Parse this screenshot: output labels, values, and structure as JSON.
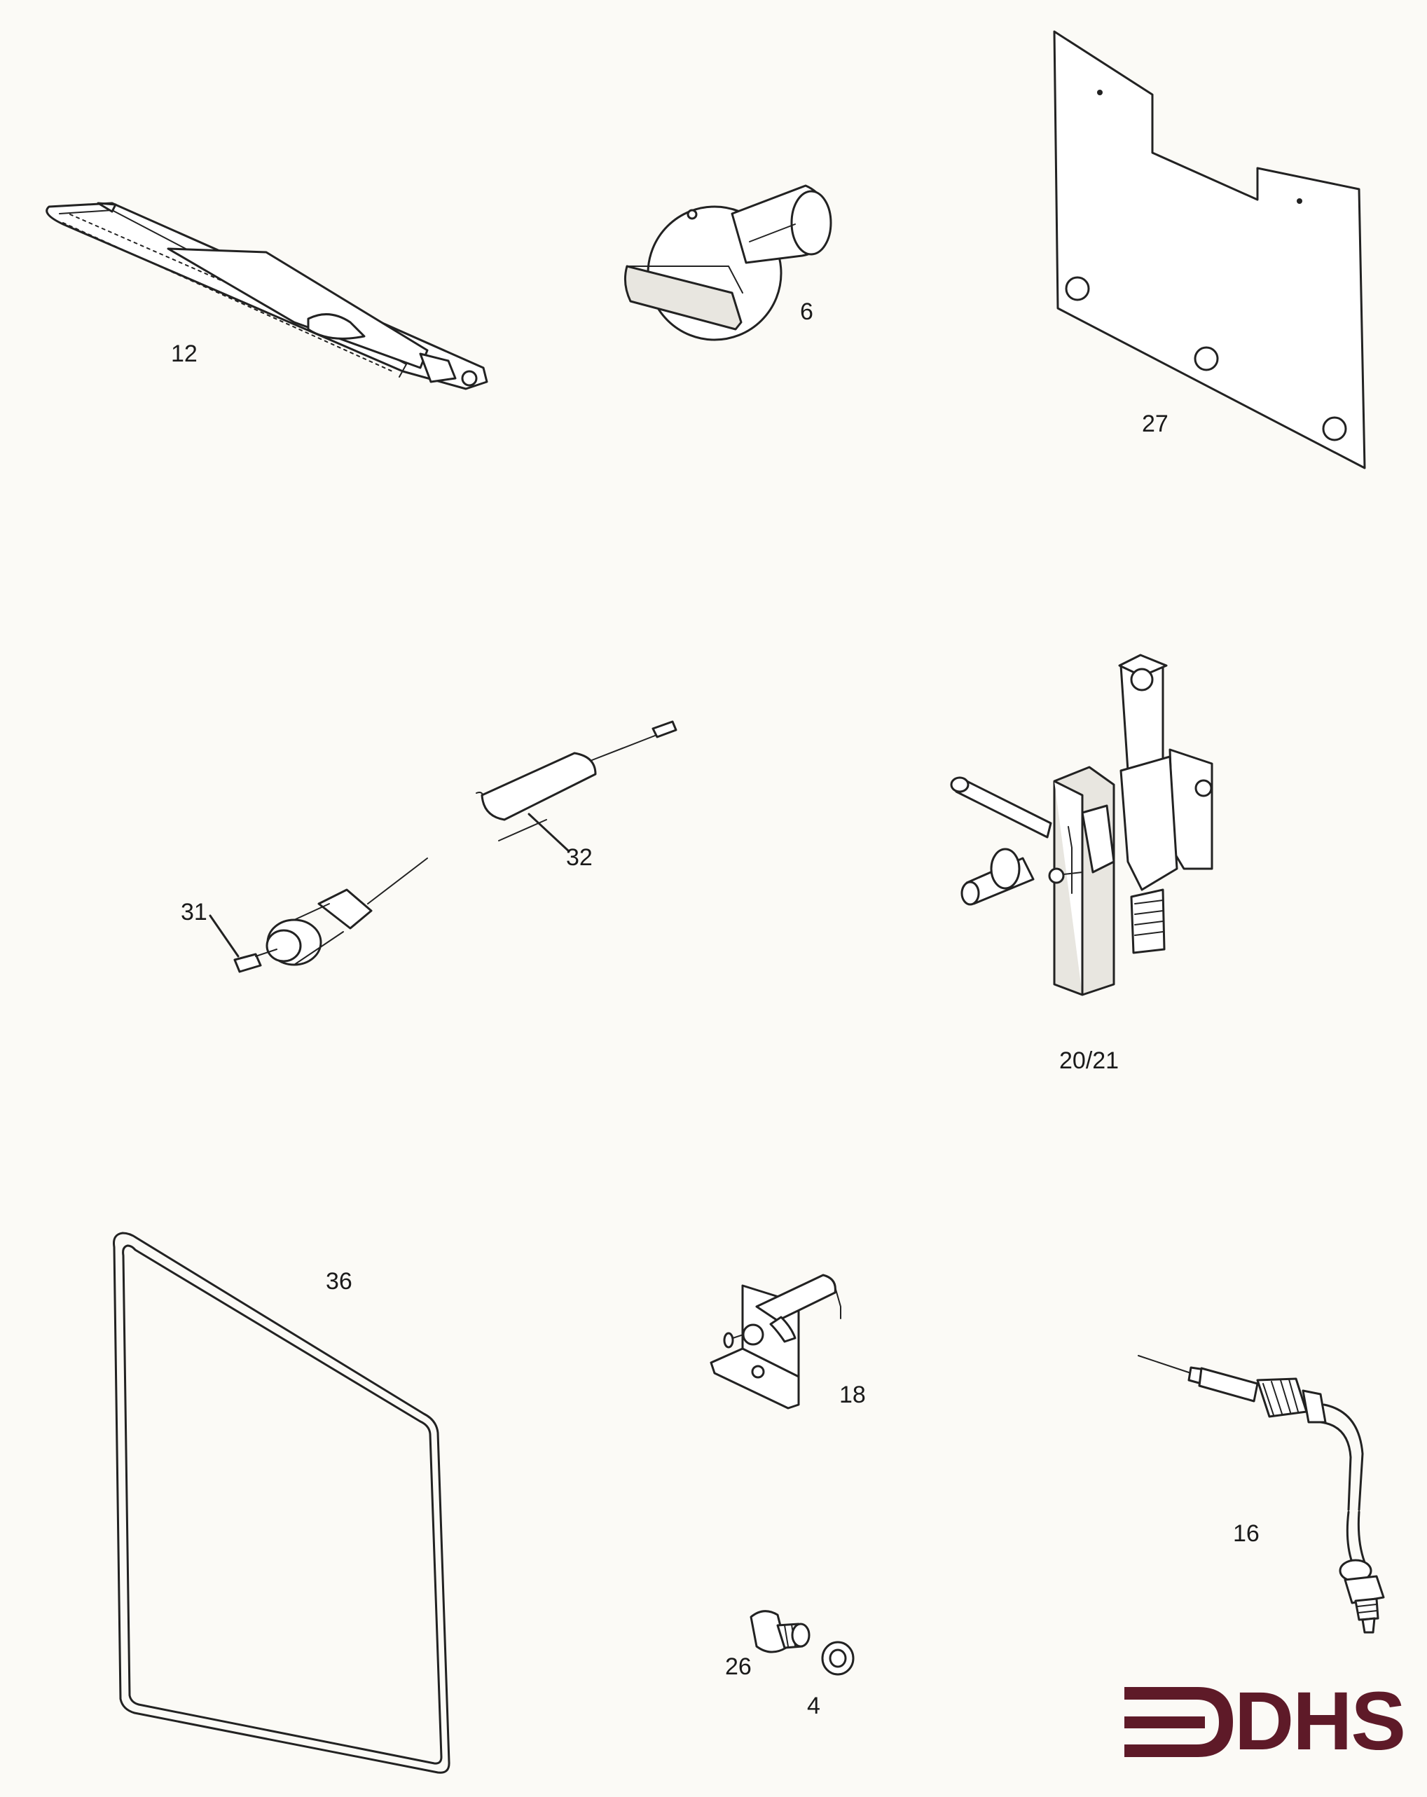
{
  "parts": [
    {
      "label": "12"
    },
    {
      "label": "6"
    },
    {
      "label": "27"
    },
    {
      "label": "32"
    },
    {
      "label": "31"
    },
    {
      "label": "20/21"
    },
    {
      "label": "36"
    },
    {
      "label": "18"
    },
    {
      "label": "16"
    },
    {
      "label": "26"
    },
    {
      "label": "4"
    }
  ],
  "logo": {
    "text": "DHS",
    "color": "#5e1a28"
  },
  "colors": {
    "background": "#fbfaf6",
    "line": "#222222"
  }
}
